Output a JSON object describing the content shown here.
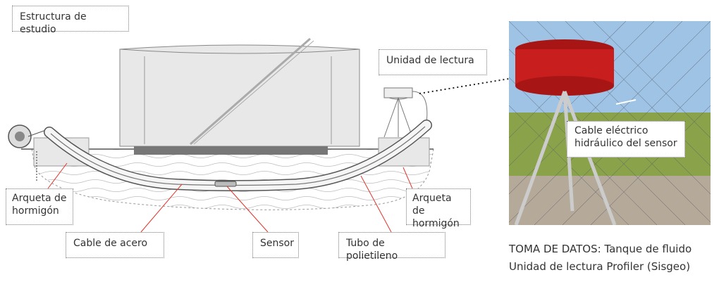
{
  "labels": {
    "study_structure": "Estructura de estudio",
    "reading_unit": "Unidad de lectura",
    "concrete_box_left": "Arqueta de\nhormigón",
    "concrete_box_right": "Arqueta de\nhormigón",
    "steel_cable": "Cable de acero",
    "sensor": "Sensor",
    "polyethylene_tube": "Tubo de polietileno",
    "sensor_cable": "Cable eléctrico\nhidráulico del sensor"
  },
  "caption": {
    "line1": "TOMA DE DATOS: Tanque de fluido",
    "line2": "Unidad de lectura Profiler (Sisgeo)"
  },
  "colors": {
    "leader": "#e0352b",
    "tank_red": "#c81e1e",
    "tube": "#f5f5f5",
    "outline": "#666666"
  }
}
